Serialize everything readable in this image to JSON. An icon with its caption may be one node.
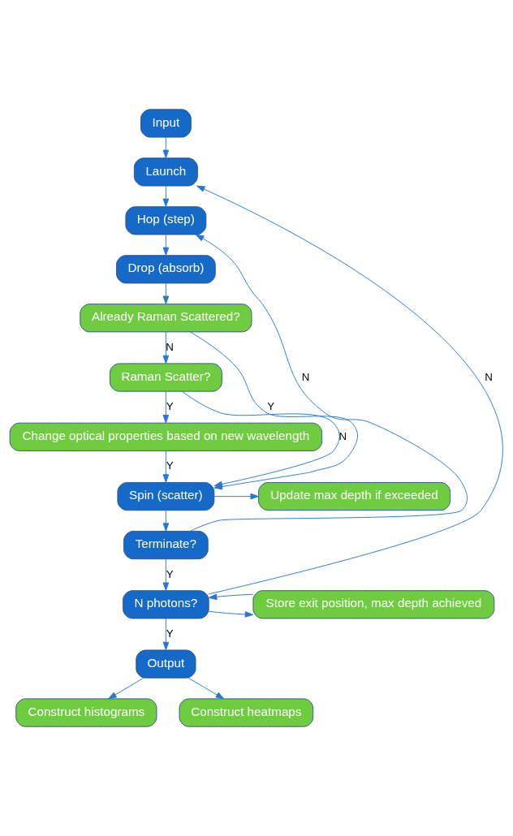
{
  "diagram": {
    "nodes": [
      {
        "text": [
          "Input"
        ]
      },
      {
        "text": [
          "Launch"
        ]
      },
      {
        "text": [
          "Hop (step)"
        ]
      },
      {
        "text": [
          "Drop (absorb)"
        ]
      },
      {
        "text": [
          "Already Raman Scattered?"
        ]
      },
      {
        "text": [
          "Raman Scatter?"
        ]
      },
      {
        "text": [
          "Change optical properties based on new wavelength"
        ]
      },
      {
        "text": [
          "Spin (scatter)"
        ]
      },
      {
        "text": [
          "Update max depth if exceeded"
        ]
      },
      {
        "text": [
          "Terminate?"
        ]
      },
      {
        "text": [
          "Store exit position, max depth achieved"
        ]
      },
      {
        "text": [
          "N photons?"
        ]
      },
      {
        "text": [
          "Output"
        ]
      },
      {
        "text": [
          "Construct histograms"
        ]
      },
      {
        "text": [
          "Construct heatmaps"
        ]
      }
    ],
    "edges": [
      {
        "from": 0,
        "to": 1,
        "arrow": "to"
      },
      {
        "from": 1,
        "to": 2,
        "arrow": "to"
      },
      {
        "from": 2,
        "to": 3,
        "arrow": "to"
      },
      {
        "from": 3,
        "to": 4,
        "arrow": "to"
      },
      {
        "from": 4,
        "to": 5,
        "arrow": "to",
        "label": "N"
      },
      {
        "from": 4,
        "to": 7,
        "arrow": "to",
        "label": "Y"
      },
      {
        "from": 5,
        "to": 7,
        "arrow": "to",
        "label": "N"
      },
      {
        "from": 5,
        "to": 6,
        "arrow": "to",
        "label": "Y"
      },
      {
        "from": 6,
        "to": 7,
        "arrow": "to",
        "label": "Y"
      },
      {
        "from": 7,
        "to": 8,
        "arrow": "to"
      },
      {
        "from": 7,
        "to": 9,
        "arrow": "to"
      },
      {
        "from": 9,
        "to": 2,
        "arrow": "to",
        "label": "N"
      },
      {
        "from": 9,
        "to": 11,
        "arrow": "to",
        "label": "Y"
      },
      {
        "from": 11,
        "to": 10,
        "arrow": "to"
      },
      {
        "from": 10,
        "to": 11,
        "arrow": "to"
      },
      {
        "from": 11,
        "to": 1,
        "arrow": "to",
        "label": "N"
      },
      {
        "from": 11,
        "to": 12,
        "arrow": "to",
        "label": "Y"
      },
      {
        "from": 12,
        "to": 13,
        "arrow": "to"
      },
      {
        "from": 12,
        "to": 14,
        "arrow": "to"
      }
    ]
  }
}
